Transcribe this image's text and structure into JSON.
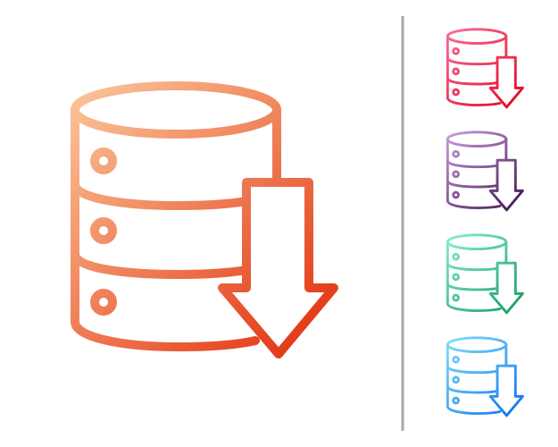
{
  "scene": {
    "background": "#ffffff",
    "divider_color": "#a8a8a8",
    "main_icon": {
      "icon": "database-download-icon",
      "gradient": [
        "#fcc89c",
        "#e02a08"
      ]
    },
    "variants": [
      {
        "icon": "database-download-icon",
        "name": "red",
        "gradient": [
          "#f8709a",
          "#e3001b"
        ]
      },
      {
        "icon": "database-download-icon",
        "name": "purple",
        "gradient": [
          "#cc9ede",
          "#3a0f4a"
        ]
      },
      {
        "icon": "database-download-icon",
        "name": "green",
        "gradient": [
          "#8aeed2",
          "#0e9a5e"
        ]
      },
      {
        "icon": "database-download-icon",
        "name": "blue",
        "gradient": [
          "#80e2fa",
          "#0a6ef0"
        ]
      }
    ]
  }
}
